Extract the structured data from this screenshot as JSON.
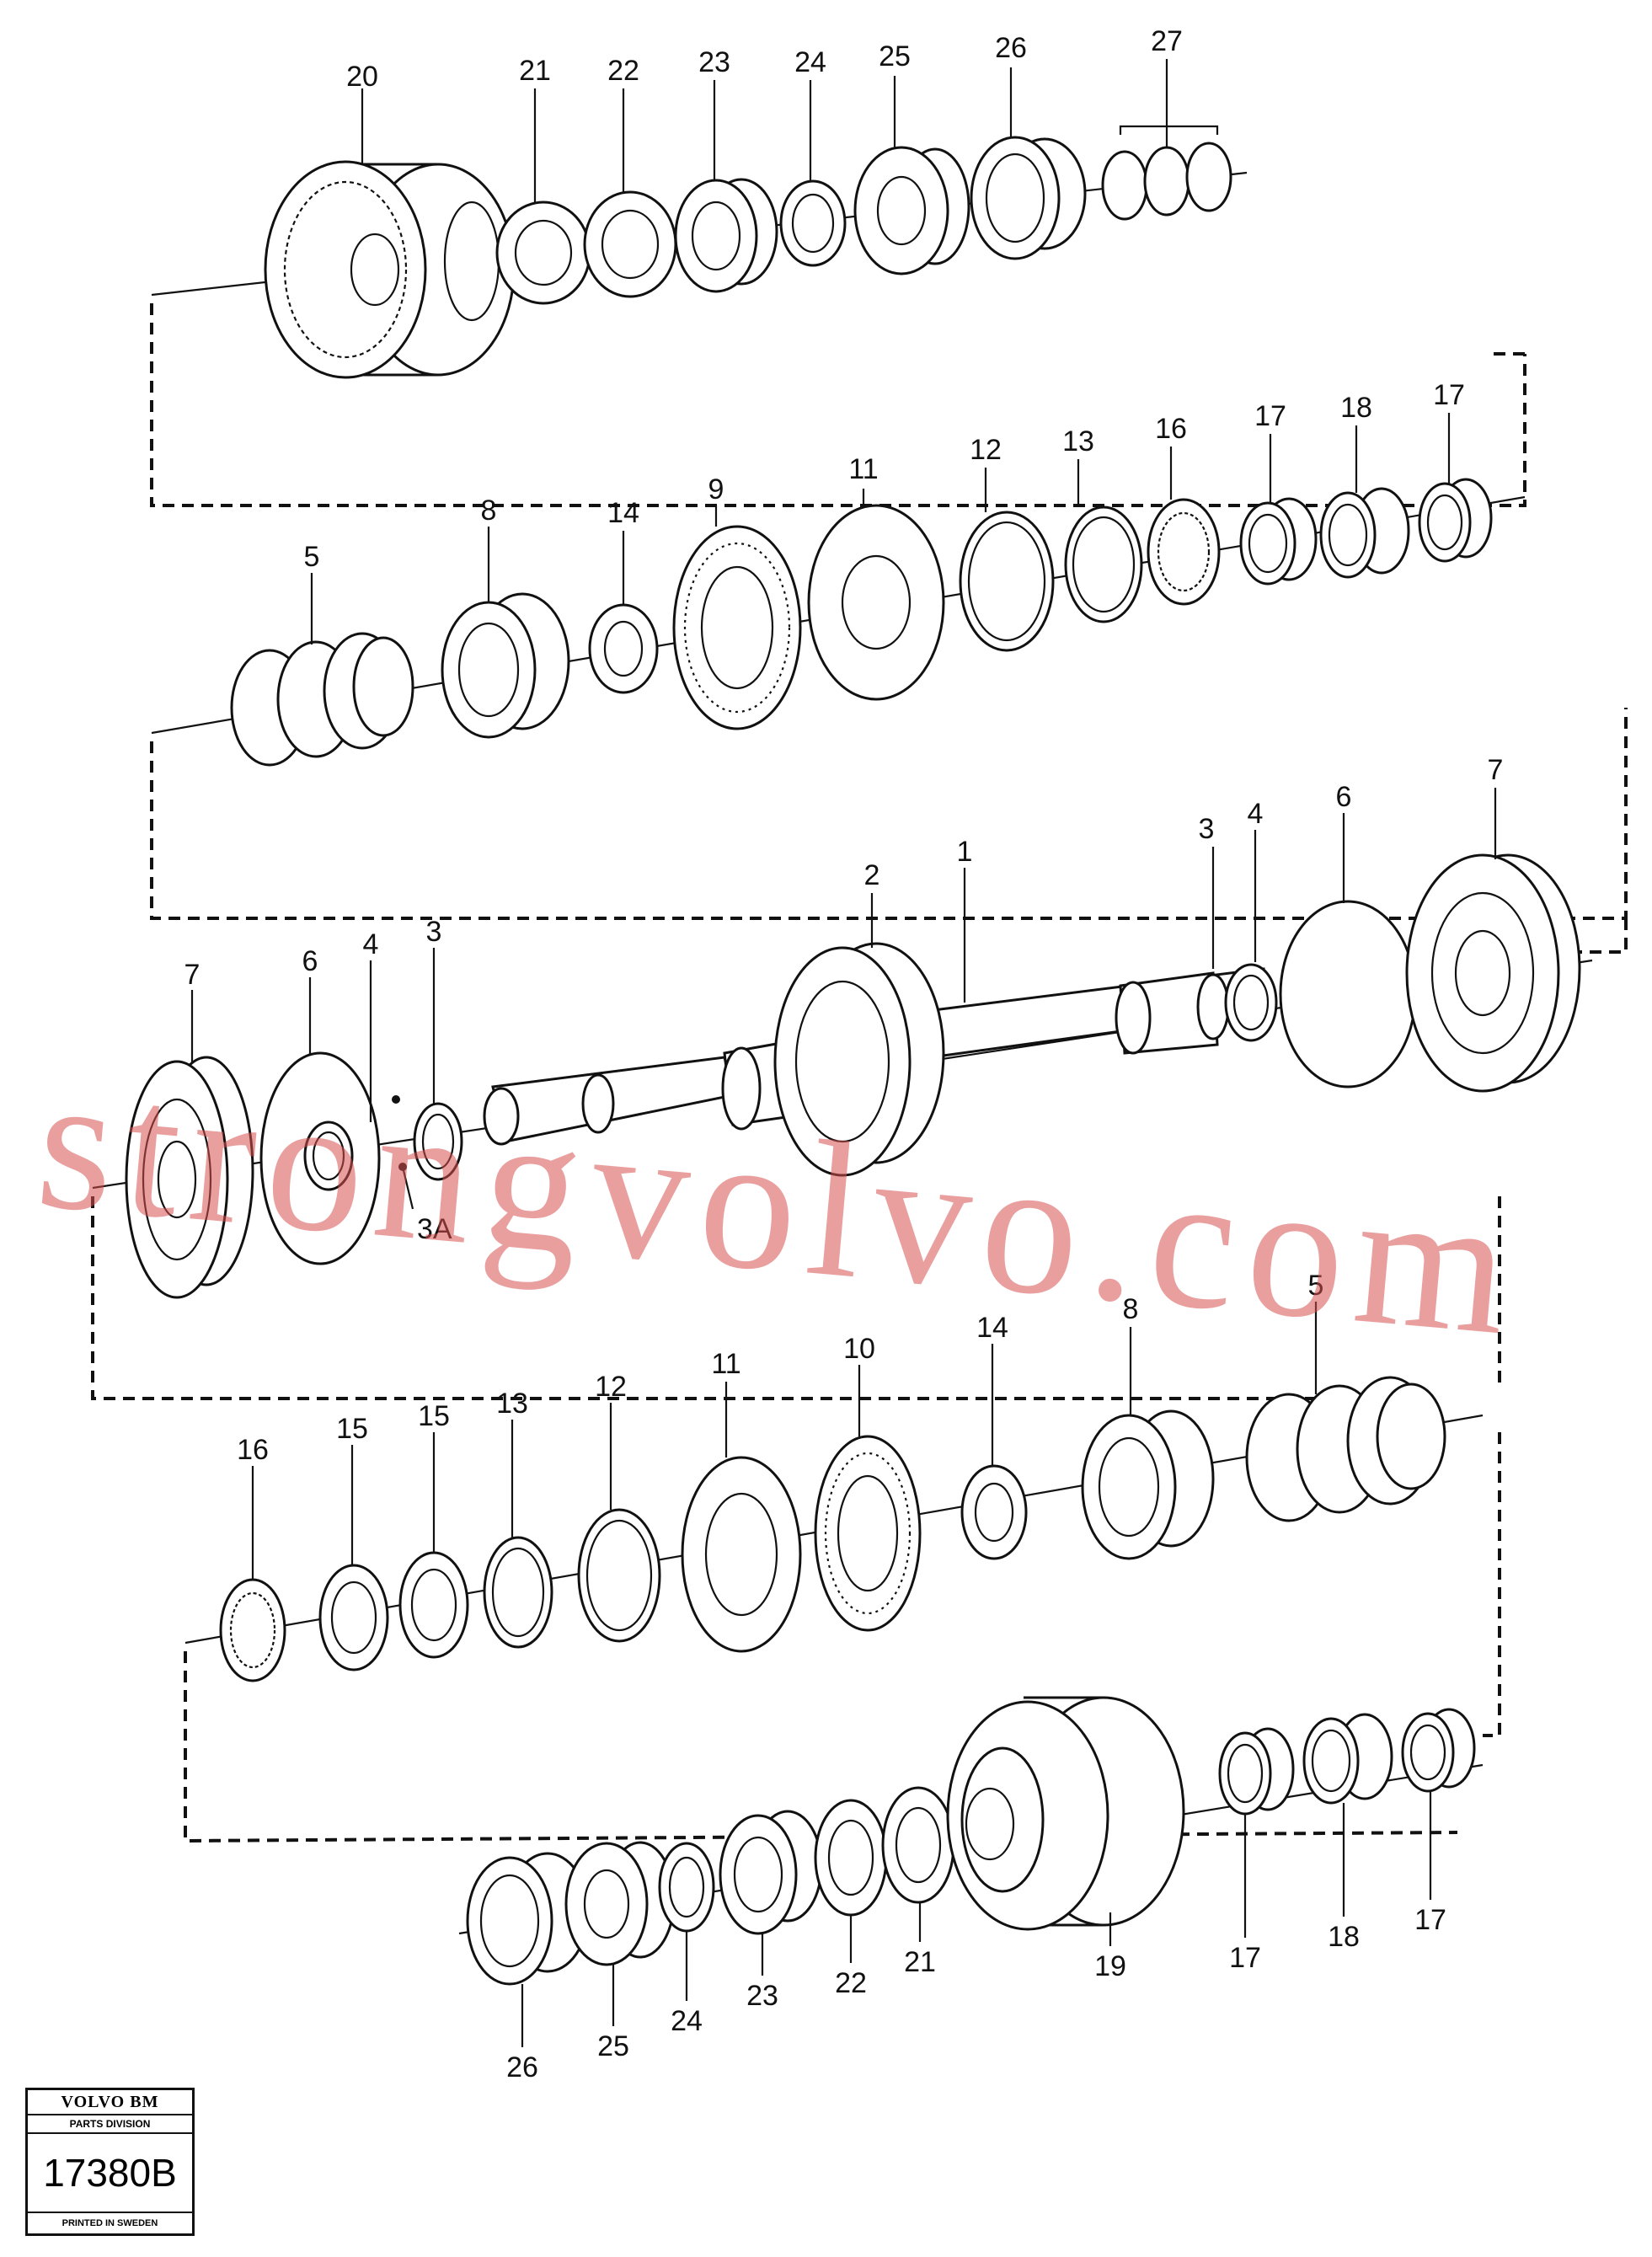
{
  "diagram": {
    "callouts": {
      "r1": [
        "20",
        "21",
        "22",
        "23",
        "24",
        "25",
        "26",
        "27"
      ],
      "r2": [
        "5",
        "8",
        "14",
        "9",
        "11",
        "12",
        "13",
        "16",
        "17",
        "18",
        "17"
      ],
      "r3": [
        "7",
        "6",
        "4",
        "3",
        "2",
        "1",
        "3",
        "4",
        "6",
        "7"
      ],
      "r3_extra": "3A",
      "r4": [
        "16",
        "15",
        "15",
        "13",
        "12",
        "11",
        "10",
        "14",
        "8",
        "5"
      ],
      "r5": [
        "26",
        "25",
        "24",
        "23",
        "22",
        "21",
        "19",
        "17",
        "18",
        "17"
      ]
    }
  },
  "watermark": "strongvolvo.com",
  "logo": {
    "brand": "VOLVO BM",
    "division": "PARTS DIVISION",
    "number": "17380B",
    "origin": "PRINTED IN SWEDEN"
  }
}
